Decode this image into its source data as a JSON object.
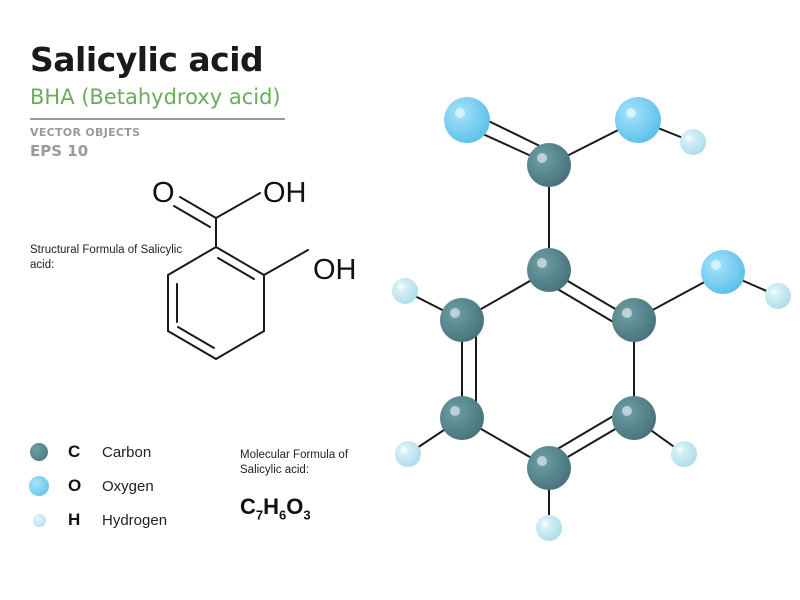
{
  "header": {
    "title": "Salicylic acid",
    "subtitle": "BHA (Betahydroxy acid)",
    "vector_label": "VECTOR OBJECTS",
    "eps_label": "EPS 10"
  },
  "structural": {
    "caption": "Structural Formula of Salicylic acid:",
    "labels": {
      "carbonyl_o": "O",
      "acid_oh": "OH",
      "phenol_oh": "OH"
    }
  },
  "molecular": {
    "caption": "Molecular Formula of Salicylic acid:",
    "formula_parts": {
      "c": "C",
      "c_n": "7",
      "h": "H",
      "h_n": "6",
      "o": "O",
      "o_n": "3"
    }
  },
  "legend": [
    {
      "symbol": "C",
      "name": "Carbon",
      "color": "#4f8289"
    },
    {
      "symbol": "O",
      "name": "Oxygen",
      "color": "#6ecbf2"
    },
    {
      "symbol": "H",
      "name": "Hydrogen",
      "color": "#b4e1ec"
    }
  ],
  "colors": {
    "carbon": "#4f8289",
    "oxygen": "#6ecbf2",
    "hydrogen": "#b4e1ec",
    "bond": "#1a1a1a",
    "accent_green": "#6aac5a"
  }
}
